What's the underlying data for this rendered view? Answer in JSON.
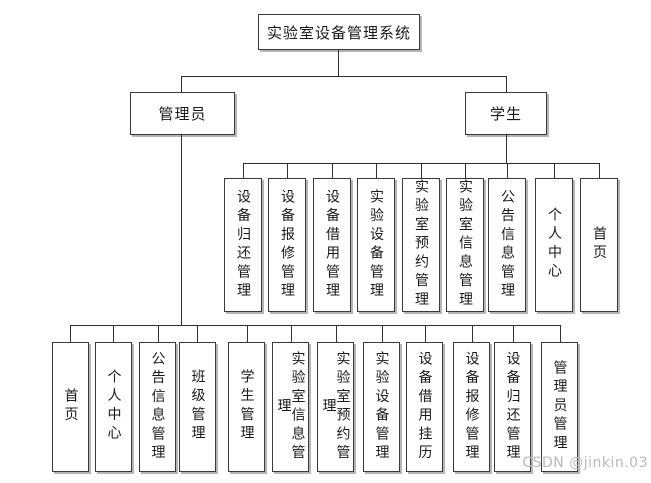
{
  "root": {
    "label": "实验室设备管理系统"
  },
  "branches": {
    "admin": {
      "label": "管理员",
      "children": [
        "首页",
        "个人中心",
        "公告信息管理",
        "班级管理",
        "学生管理",
        "实验室信息管理",
        "实验室预约管理",
        "实验设备管理",
        "设备借用挂历",
        "设备报修管理",
        "设备归还管理",
        "管理员管理"
      ]
    },
    "student": {
      "label": "学生",
      "children": [
        "设备归还管理",
        "设备报修管理",
        "设备借用管理",
        "实验设备管理",
        "实验室预约管理",
        "实验室信息管理",
        "公告信息管理",
        "个人中心",
        "首页"
      ]
    }
  },
  "watermark": "CSDN @jinkin.03",
  "colors": {
    "background": "#ffffff",
    "line": "#2f2f2f",
    "box_border": "#3a3a3a",
    "box_shadow": "#b5b5b5",
    "watermark_text": "#b9b9b9"
  }
}
